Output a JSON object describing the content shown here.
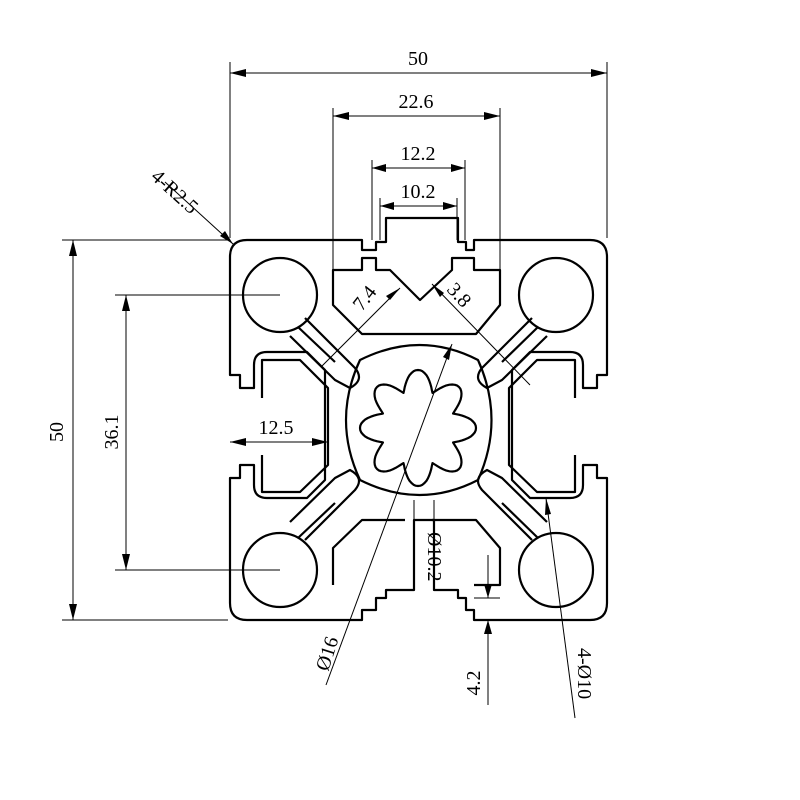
{
  "drawing": {
    "subject": "aluminium profile 50x50 cross-section",
    "stroke_color": "#000000",
    "background_color": "#ffffff"
  },
  "dimensions": {
    "overall_width": "50",
    "overall_height": "50",
    "slot_outer_width": "22.6",
    "slot_opening_outer": "12.2",
    "slot_opening_inner": "10.2",
    "corner_radius": "4-R2.5",
    "slot_depth_left": "7.4",
    "wall_thickness": "3.8",
    "hole_center_spacing": "36.1",
    "slot_inset": "12.5",
    "center_hole": "Ø10.2",
    "core_diameter": "Ø16",
    "lip_thickness": "4.2",
    "corner_holes": "4-Ø10"
  }
}
